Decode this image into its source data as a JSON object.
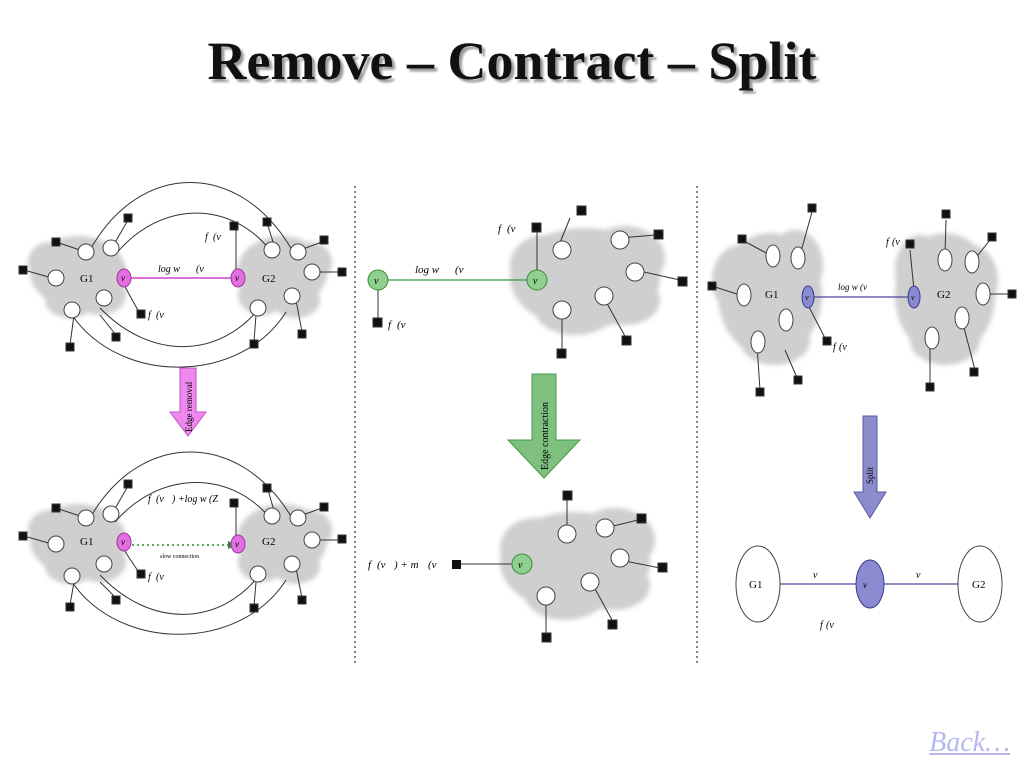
{
  "title": "Remove – Contract – Split",
  "back_label": "Back…",
  "colors": {
    "magenta": "#e060e0",
    "green": "#7ec07e",
    "blue": "#8c8ccc",
    "cloud": "#d4d4d4"
  },
  "panel1": {
    "g1": "G1",
    "g2": "G2",
    "vi": "v",
    "vj": "v",
    "top_edge_label": "log w",
    "top_edge_args": "(v",
    "fj_label": "f",
    "fj_args": "(v",
    "fi_label": "f",
    "fi_args": "(v",
    "arrow_label": "Edge removal",
    "bottom_edge_label": "slow connection",
    "bottom_f_label": "f",
    "bottom_f_args": "(v",
    "bottom_plus": ") +log w",
    "bottom_plus_args": "(Z"
  },
  "panel2": {
    "vi": "v",
    "vj": "v",
    "edge_label": "log w",
    "edge_args": "(v",
    "fj_label": "f",
    "fj_args": "(v",
    "fi_label": "f",
    "fi_args": "(v",
    "arrow_label": "Edge contraction",
    "bottom_f_label": "f",
    "bottom_f_args": "(v",
    "bottom_plus": ") + m",
    "bottom_m_args": "(v"
  },
  "panel3": {
    "g1": "G1",
    "g2": "G2",
    "vi": "v",
    "vj": "v",
    "edge_label": "log w",
    "edge_args": "(v",
    "fj_label": "f",
    "fj_args": "(v",
    "fi_label": "f",
    "fi_args": "(v",
    "arrow_label": "Split",
    "bottom_g1": "G1",
    "bottom_g2": "G2",
    "bottom_vi": "v",
    "bottom_vj": "v",
    "bottom_mid": "v",
    "bottom_formula": "f",
    "bottom_formula_rest": "(v"
  }
}
